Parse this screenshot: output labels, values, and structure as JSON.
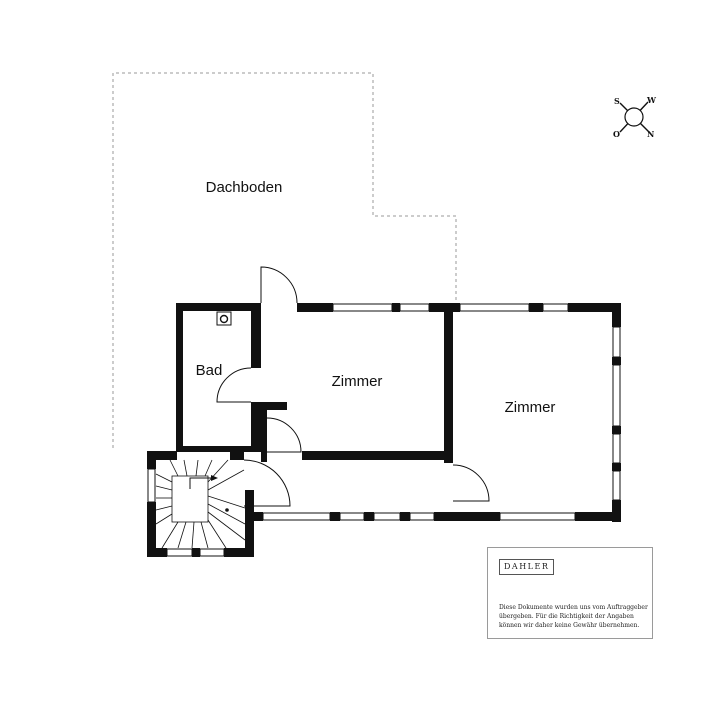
{
  "rooms": {
    "dachboden": "Dachboden",
    "bad": "Bad",
    "zimmer_1": "Zimmer",
    "zimmer_2": "Zimmer"
  },
  "compass": {
    "s": "S",
    "w": "W",
    "o": "O",
    "n": "N"
  },
  "info": {
    "brand": "DAHLER",
    "disclaimer": "Diese Dokumente wurden uns vom Auftraggeber übergeben. Für die Richtigkeit der Angaben können wir daher keine Gewähr übernehmen."
  },
  "colors": {
    "wall": "#111111",
    "dashed_outline": "#9a9a9a",
    "window_frame": "#111111"
  }
}
